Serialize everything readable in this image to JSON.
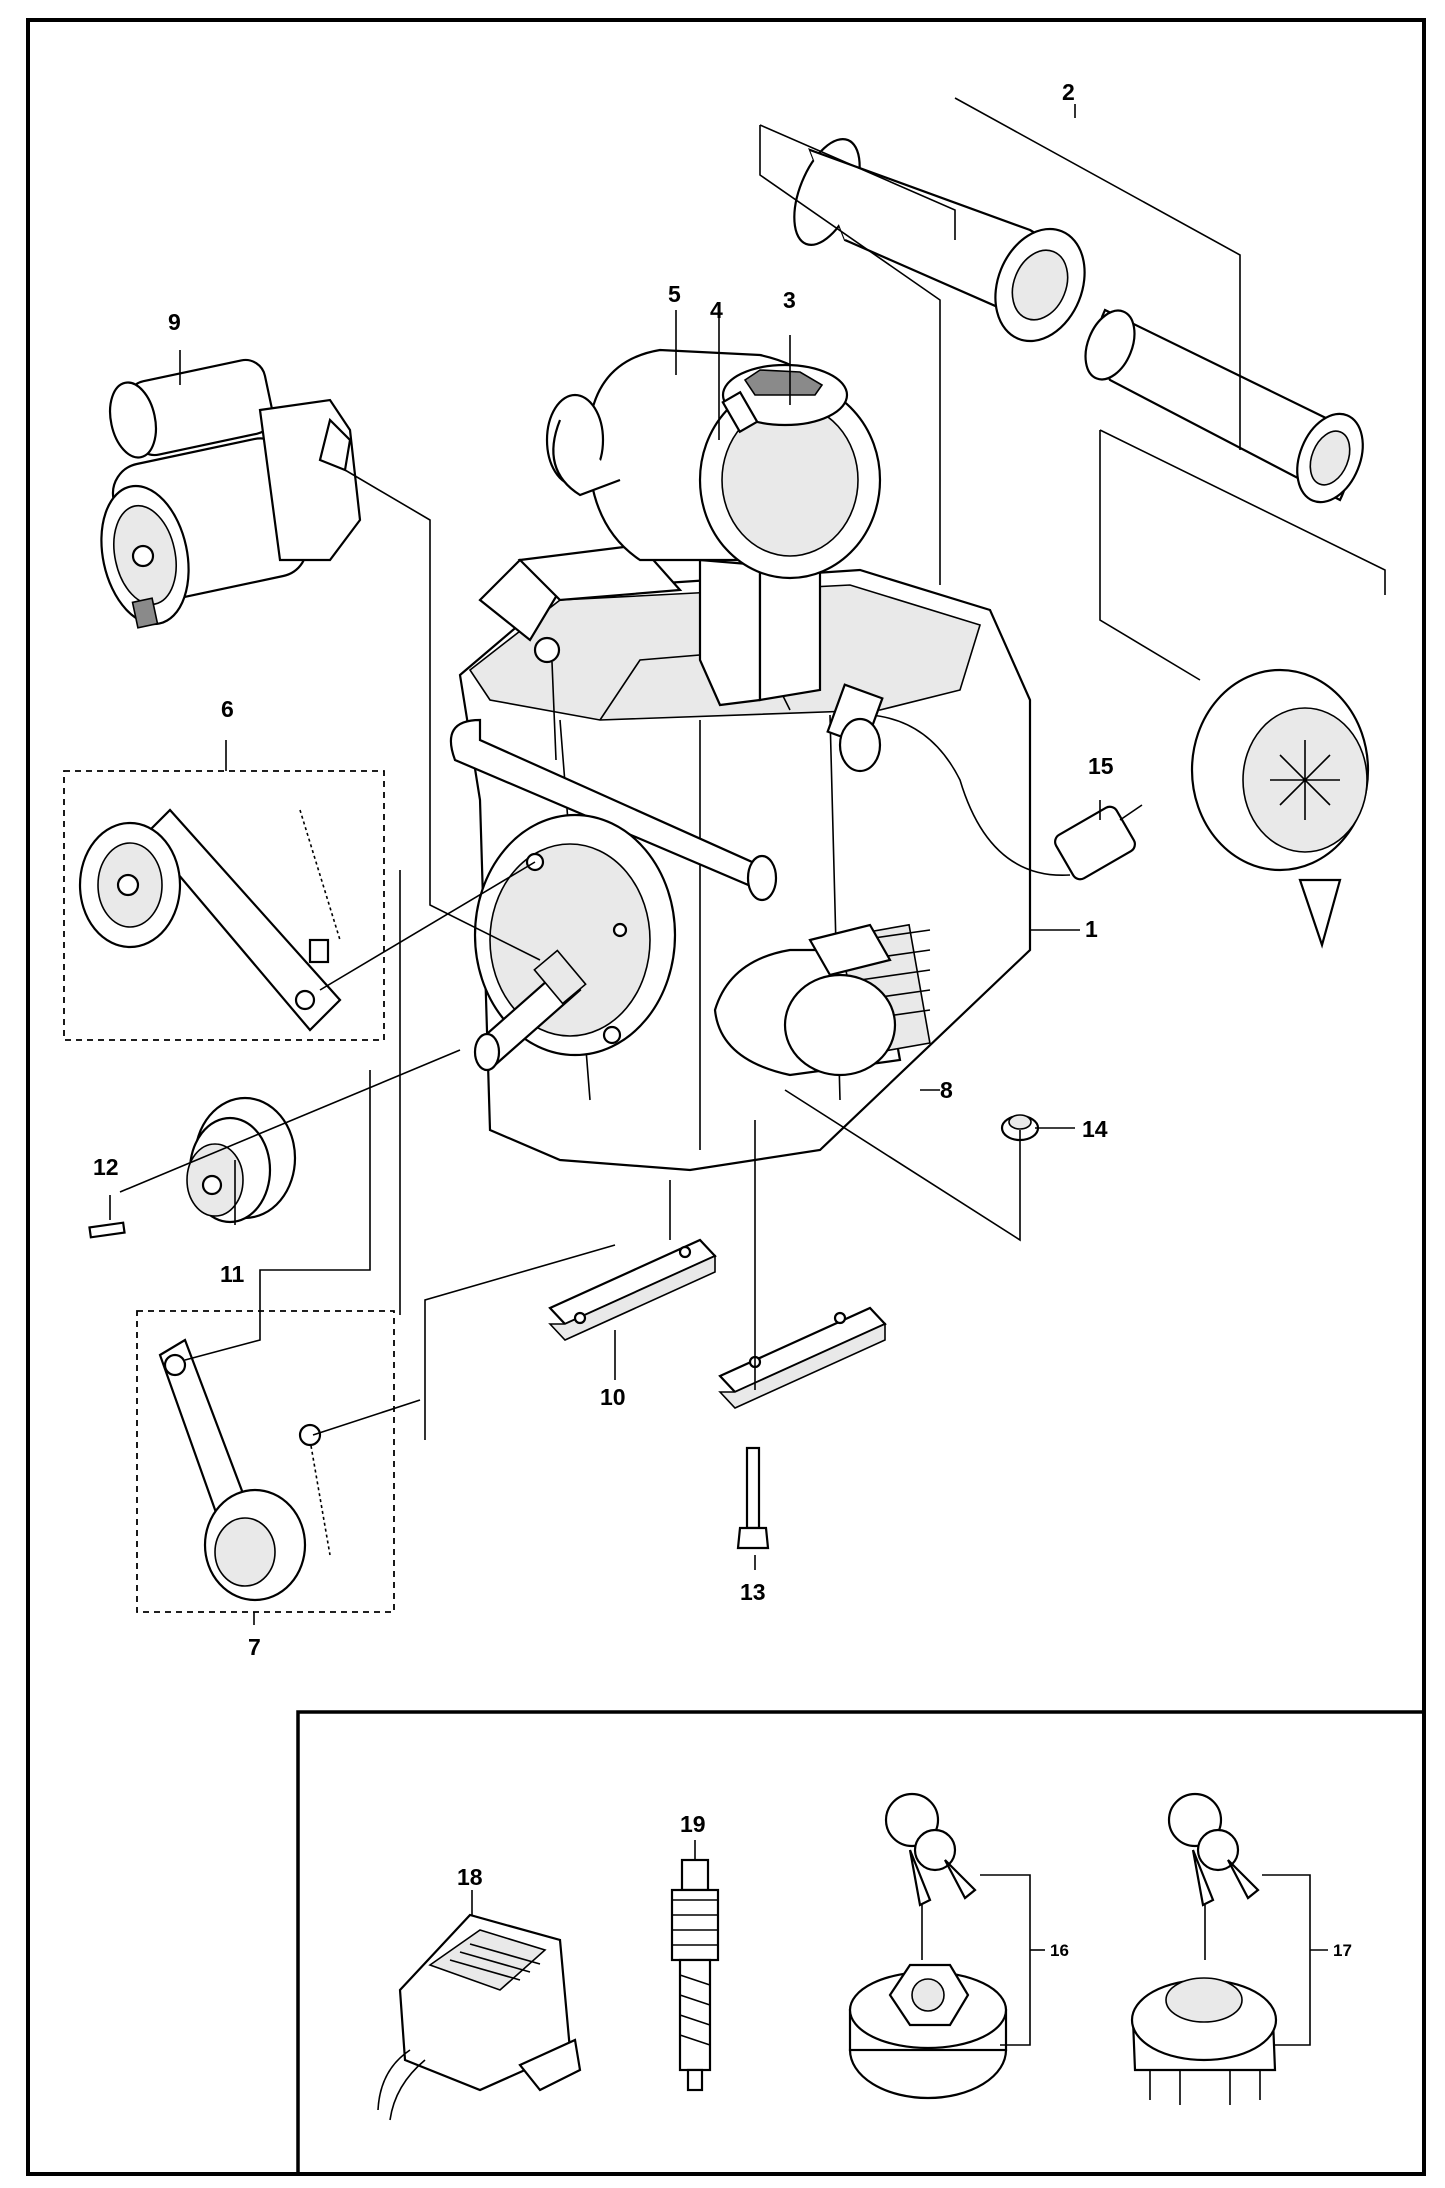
{
  "diagram": {
    "part_labels": {
      "p1": "1",
      "p2": "2",
      "p3": "3",
      "p4": "4",
      "p5": "5",
      "p6": "6",
      "p7": "7",
      "p8": "8",
      "p9": "9",
      "p10": "10",
      "p11": "11",
      "p12": "12",
      "p13": "13",
      "p14": "14",
      "p15": "15",
      "p16": "16",
      "p17": "17",
      "p18": "18",
      "p19": "19"
    }
  }
}
